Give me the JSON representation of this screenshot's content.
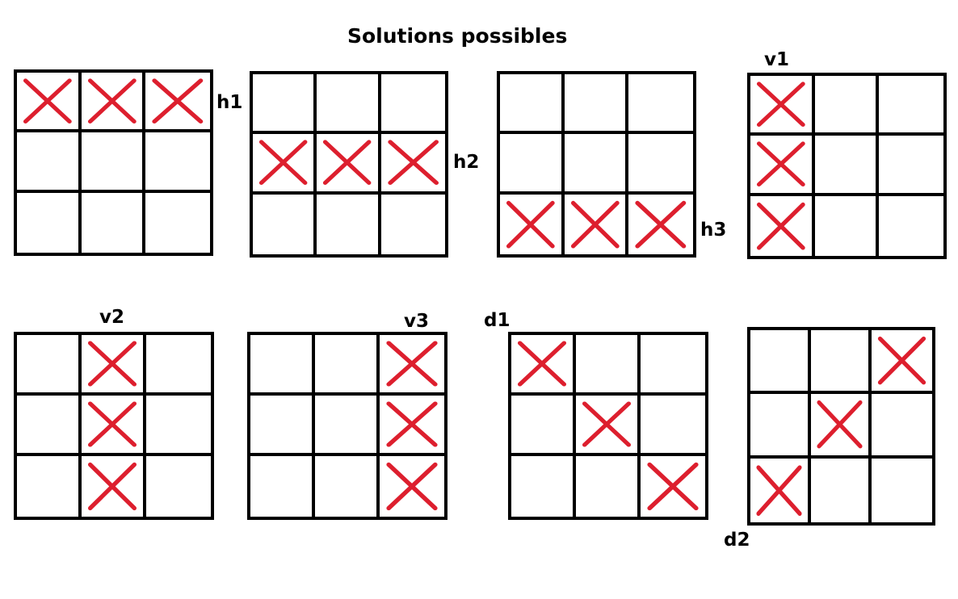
{
  "title": "Solutions possibles",
  "mark_color": "#dd1f2e",
  "grid_color": "#000000",
  "grids": [
    {
      "label": "h1",
      "marks": [
        [
          0,
          0
        ],
        [
          0,
          1
        ],
        [
          0,
          2
        ]
      ]
    },
    {
      "label": "h2",
      "marks": [
        [
          1,
          0
        ],
        [
          1,
          1
        ],
        [
          1,
          2
        ]
      ]
    },
    {
      "label": "h3",
      "marks": [
        [
          2,
          0
        ],
        [
          2,
          1
        ],
        [
          2,
          2
        ]
      ]
    },
    {
      "label": "v1",
      "marks": [
        [
          0,
          0
        ],
        [
          1,
          0
        ],
        [
          2,
          0
        ]
      ]
    },
    {
      "label": "v2",
      "marks": [
        [
          0,
          1
        ],
        [
          1,
          1
        ],
        [
          2,
          1
        ]
      ]
    },
    {
      "label": "v3",
      "marks": [
        [
          0,
          2
        ],
        [
          1,
          2
        ],
        [
          2,
          2
        ]
      ]
    },
    {
      "label": "d1",
      "marks": [
        [
          0,
          0
        ],
        [
          1,
          1
        ],
        [
          2,
          2
        ]
      ]
    },
    {
      "label": "d2",
      "marks": [
        [
          0,
          2
        ],
        [
          1,
          1
        ],
        [
          2,
          0
        ]
      ]
    }
  ]
}
